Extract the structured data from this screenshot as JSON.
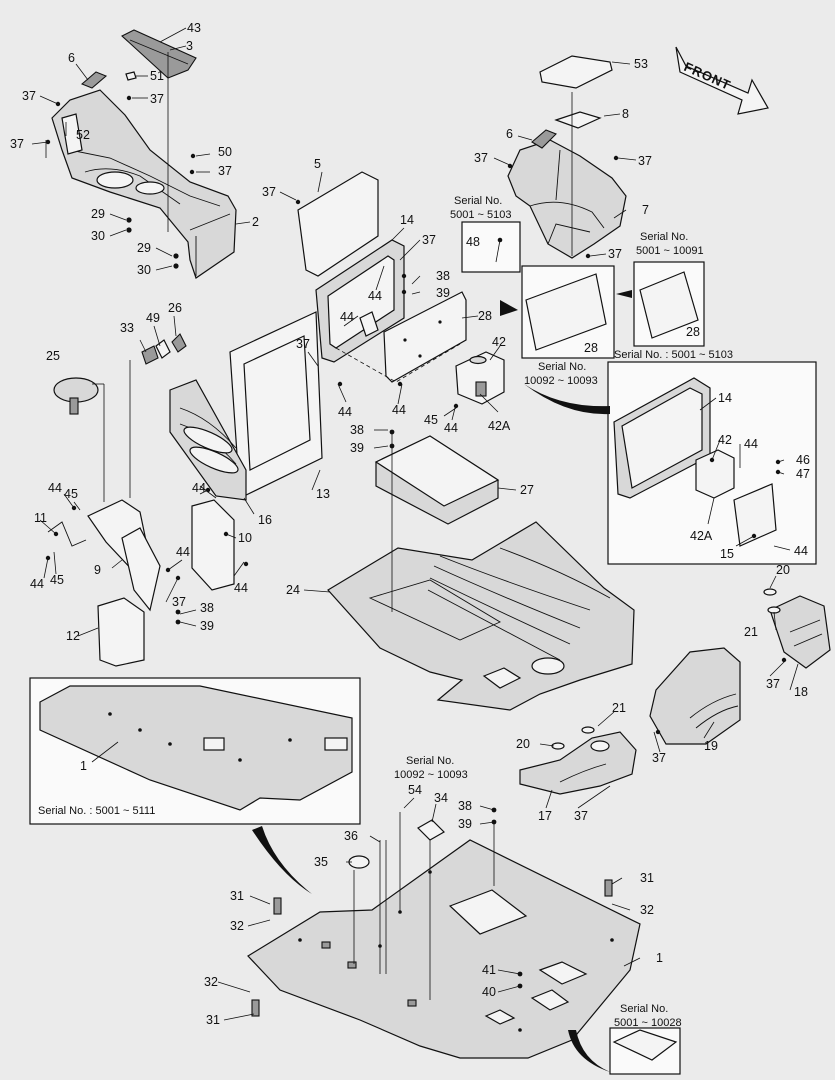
{
  "front_label": "FRONT",
  "callouts": [
    "1",
    "2",
    "3",
    "5",
    "6",
    "7",
    "8",
    "9",
    "10",
    "11",
    "12",
    "13",
    "14",
    "15",
    "16",
    "17",
    "18",
    "19",
    "20",
    "21",
    "24",
    "25",
    "26",
    "27",
    "28",
    "29",
    "30",
    "31",
    "32",
    "33",
    "34",
    "35",
    "36",
    "37",
    "38",
    "39",
    "40",
    "41",
    "42",
    "42A",
    "43",
    "44",
    "45",
    "46",
    "47",
    "48",
    "49",
    "50",
    "51",
    "52",
    "53",
    "54"
  ],
  "serial_notes": {
    "s_5001_5103_a_line1": "Serial No.",
    "s_5001_5103_a_line2": "5001 ~ 5103",
    "s_5001_10091_line1": "Serial No.",
    "s_5001_10091_line2": "5001 ~ 10091",
    "s_10092_10093_a_line1": "Serial No.",
    "s_10092_10093_a_line2": "10092 ~ 10093",
    "s_5001_5103_b": "Serial No. : 5001 ~ 5103",
    "s_5001_5111": "Serial No. : 5001 ~ 5111",
    "s_10092_10093_b_line1": "Serial No.",
    "s_10092_10093_b_line2": "10092 ~ 10093",
    "s_5001_10028_line1": "Serial No.",
    "s_5001_10028_line2": "5001 ~ 10028"
  }
}
